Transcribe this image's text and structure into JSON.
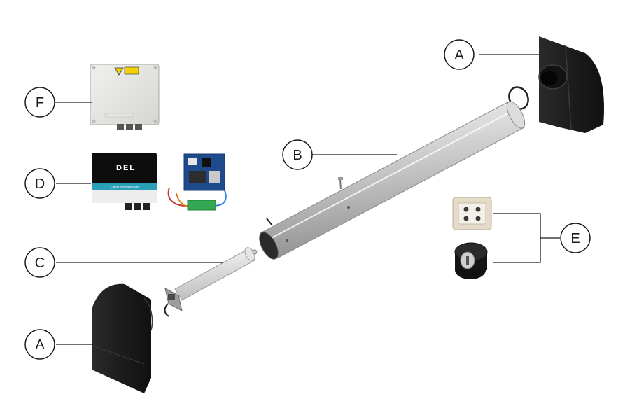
{
  "callouts": {
    "a_top": "A",
    "f": "F",
    "b": "B",
    "d": "D",
    "e": "E",
    "c": "C",
    "a_bottom": "A"
  },
  "control_box": {
    "brand": "DEL",
    "caption": "Coffret électrique volet"
  }
}
